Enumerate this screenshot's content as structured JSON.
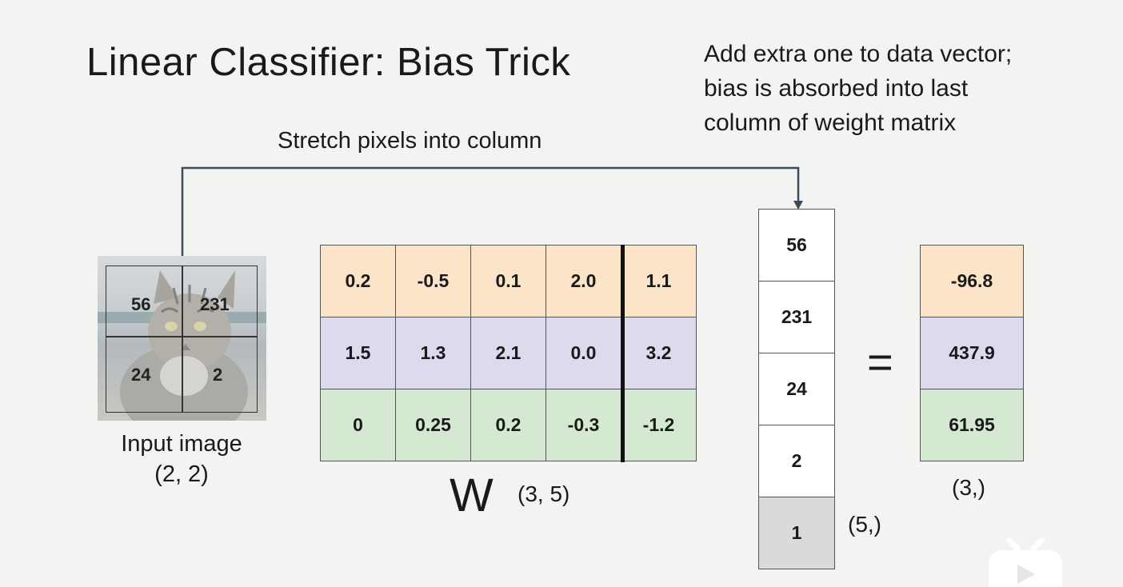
{
  "slide": {
    "title": "Linear Classifier: Bias Trick",
    "note_lines": [
      "Add extra one to data vector;",
      "bias is absorbed into last",
      "column of weight matrix"
    ],
    "stretch_label": "Stretch pixels into column"
  },
  "image": {
    "pixels": [
      "56",
      "231",
      "24",
      "2"
    ],
    "caption_line1": "Input image",
    "caption_line2": "(2, 2)"
  },
  "weights": {
    "label": "W",
    "shape": "(3, 5)",
    "rows": [
      [
        "0.2",
        "-0.5",
        "0.1",
        "2.0",
        "1.1"
      ],
      [
        "1.5",
        "1.3",
        "2.1",
        "0.0",
        "3.2"
      ],
      [
        "0",
        "0.25",
        "0.2",
        "-0.3",
        "-1.2"
      ]
    ],
    "row_colors": [
      "#fbe4c8",
      "#dedaee",
      "#d5e8d1"
    ]
  },
  "x_vector": {
    "values": [
      "56",
      "231",
      "24",
      "2",
      "1"
    ],
    "shape": "(5,)"
  },
  "equals": "=",
  "result": {
    "values": [
      "-96.8",
      "437.9",
      "61.95"
    ],
    "shape": "(3,)"
  }
}
